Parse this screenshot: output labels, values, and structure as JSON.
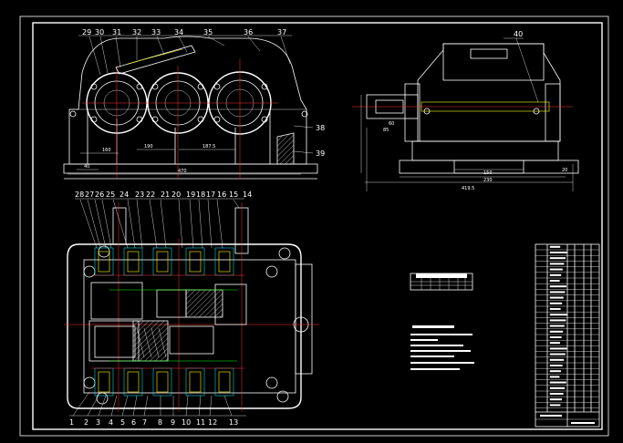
{
  "front_view": {
    "top_labels": [
      "29",
      "30",
      "31",
      "32",
      "33",
      "34",
      "35",
      "36",
      "37"
    ],
    "side_labels": [
      "38",
      "39"
    ],
    "dims": [
      "40",
      "160",
      "190",
      "187.5",
      "470"
    ]
  },
  "side_view": {
    "label": "40",
    "dims": [
      "60",
      "85",
      "150",
      "230",
      "419.5",
      "20"
    ]
  },
  "top_view": {
    "top_labels": [
      "28",
      "27",
      "26",
      "25",
      "24",
      "23",
      "22",
      "21",
      "20",
      "19",
      "18",
      "17",
      "16",
      "15",
      "14"
    ],
    "bottom_labels": [
      "1",
      "2",
      "3",
      "4",
      "5",
      "6",
      "7",
      "8",
      "9",
      "10",
      "11",
      "12",
      "13"
    ]
  },
  "colors": {
    "background": "#000000",
    "line": "#ffffff",
    "accent_yellow": "#ffff00",
    "accent_cyan": "#00ffff",
    "accent_red": "#ff3030",
    "accent_green": "#00ff00"
  }
}
